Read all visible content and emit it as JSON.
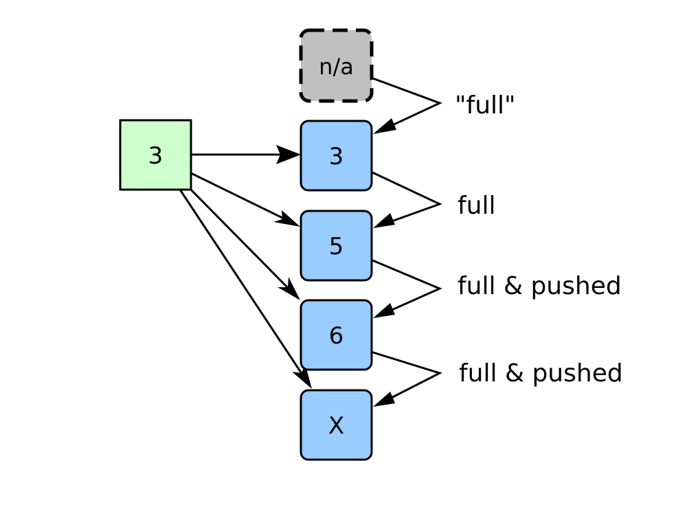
{
  "colors": {
    "source_fill": "#ccffcc",
    "node_fill": "#99ccff",
    "placeholder_fill": "#c0c0c0",
    "stroke": "#000000",
    "background": "#ffffff"
  },
  "source_node": {
    "label": "3"
  },
  "placeholder_node": {
    "label": "n/a"
  },
  "chain_nodes": [
    {
      "label": "3"
    },
    {
      "label": "5"
    },
    {
      "label": "6"
    },
    {
      "label": "X"
    }
  ],
  "transitions": [
    {
      "label": "\"full\""
    },
    {
      "label": "full"
    },
    {
      "label": "full & pushed"
    },
    {
      "label": "full & pushed"
    }
  ]
}
